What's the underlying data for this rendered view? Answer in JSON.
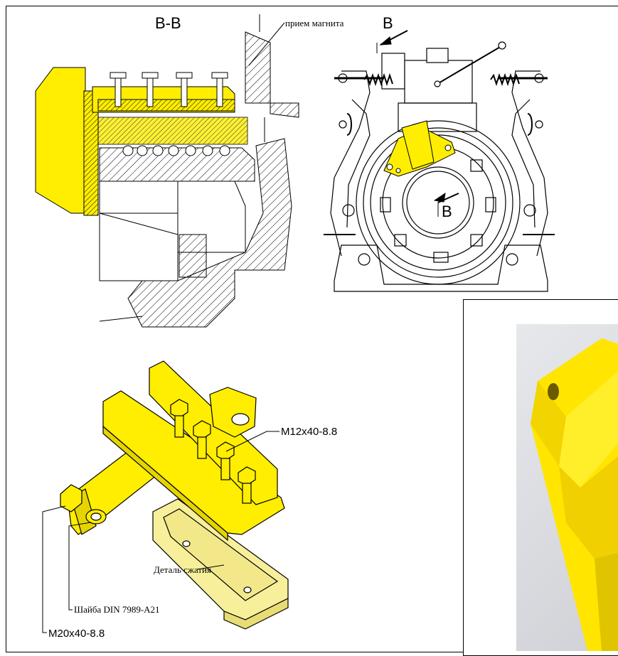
{
  "section_title": "B-B",
  "magnet_label": "прием магнита",
  "magnet_section_letter": "B",
  "section_arrow_letter": "B",
  "callouts": {
    "bolt_m12": "M12x40-8.8",
    "compression_part": "Деталь сжатия",
    "washer": "Шайба DIN 7989-A21",
    "bolt_m20": "M20x40-8.8"
  },
  "colors": {
    "highlight_yellow": "#ffee00",
    "pale_yellow": "#f7ef9a",
    "line": "#000000"
  }
}
